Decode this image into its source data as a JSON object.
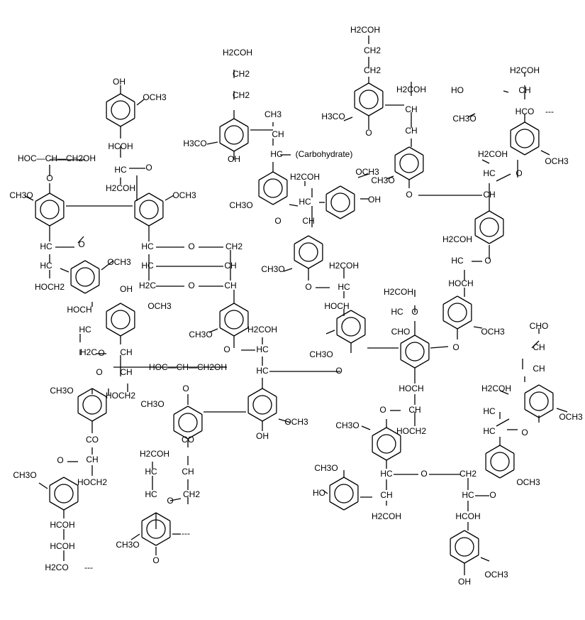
{
  "diagram": {
    "labels": [
      {
        "key": "h2coh",
        "text": "H2COH"
      },
      {
        "key": "hcoh",
        "text": "HCOH"
      },
      {
        "key": "hoch",
        "text": "HOCH"
      },
      {
        "key": "hoch2",
        "text": "HOCH2"
      },
      {
        "key": "ch2",
        "text": "CH2"
      },
      {
        "key": "ch3",
        "text": "CH3"
      },
      {
        "key": "hc",
        "text": "HC"
      },
      {
        "key": "ch",
        "text": "CH"
      },
      {
        "key": "h2c",
        "text": "H2C"
      },
      {
        "key": "och3",
        "text": "OCH3"
      },
      {
        "key": "h3co",
        "text": "H3CO"
      },
      {
        "key": "ch3o",
        "text": "CH3O"
      },
      {
        "key": "oh",
        "text": "OH"
      },
      {
        "key": "ho",
        "text": "HO"
      },
      {
        "key": "o",
        "text": "O"
      },
      {
        "key": "co",
        "text": "CO"
      },
      {
        "key": "hco",
        "text": "HCO"
      },
      {
        "key": "cho",
        "text": "CHO"
      },
      {
        "key": "h2co",
        "text": "H2CO"
      },
      {
        "key": "hoc_chain",
        "text": "HOC—CH—CH2OH"
      },
      {
        "key": "carbohydrate",
        "text": "(Carbohydrate)"
      },
      {
        "key": "dashes",
        "text": "---"
      }
    ]
  }
}
